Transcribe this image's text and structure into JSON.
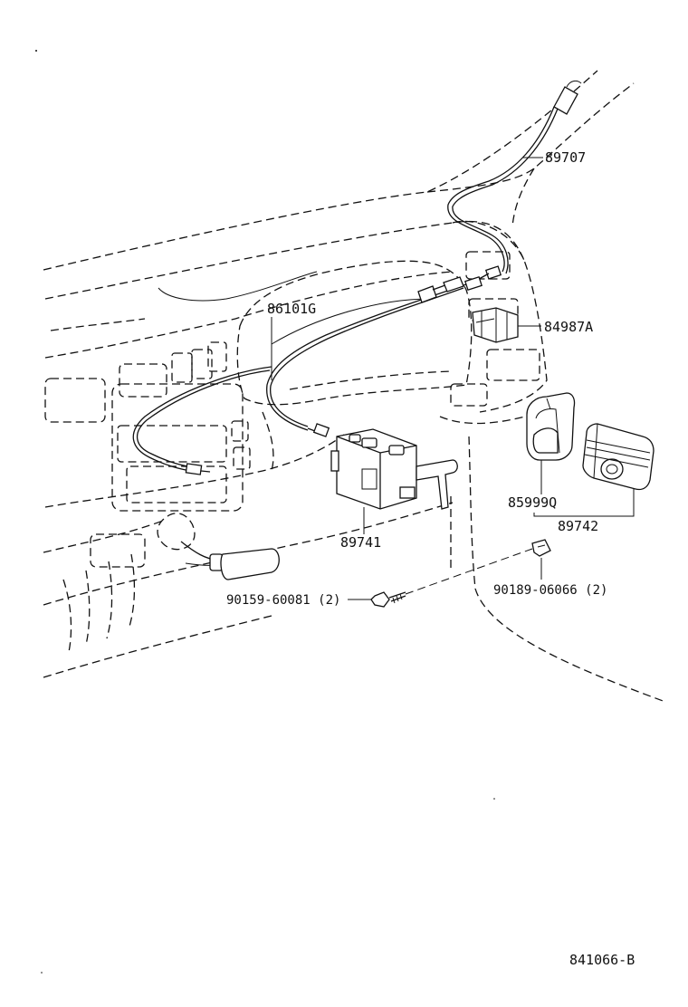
{
  "parts": {
    "antenna": "89707",
    "switch": "84987A",
    "cable": "86101G",
    "receiver_unit": "89741",
    "cover": "85999Q",
    "transmitter_set": "89742",
    "bolt": "90159-60081 (2)",
    "clip": "90189-06066 (2)"
  },
  "figure_code": "841066-B"
}
